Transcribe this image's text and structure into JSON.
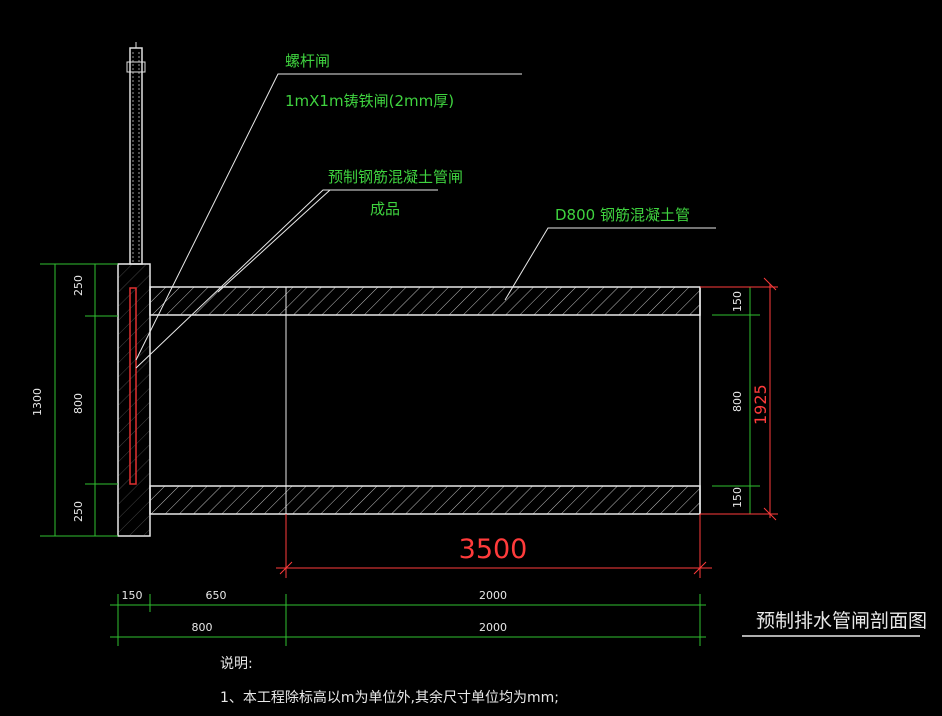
{
  "labels": {
    "screw_gate": "螺杆闸",
    "cast_iron_gate": "1mX1m铸铁闸(2mm厚)",
    "precast_gate_line1": "预制钢筋混凝土管闸",
    "precast_gate_line2": "成品",
    "pipe_label": "D800 钢筋混凝土管"
  },
  "title": "预制排水管闸剖面图",
  "dimensions": {
    "left_top": "250",
    "left_mid": "800",
    "left_bot": "250",
    "left_total": "1300",
    "right_top": "150",
    "right_mid": "800",
    "right_bot": "150",
    "right_total": "1925",
    "pipe_length": "3500",
    "row1_a": "150",
    "row1_b": "650",
    "row1_c": "2000",
    "row2_a": "800",
    "row2_b": "2000"
  },
  "notes": {
    "heading": "说明:",
    "line1": "1、本工程除标高以m为单位外,其余尺寸单位均为mm;"
  },
  "colors": {
    "background": "#000000",
    "drawing_line": "#ffffff",
    "label_green": "#3fd33f",
    "dimension_green": "#2fbf2f",
    "red_dimension": "#ff3b3b",
    "gate_red": "#e03030"
  }
}
